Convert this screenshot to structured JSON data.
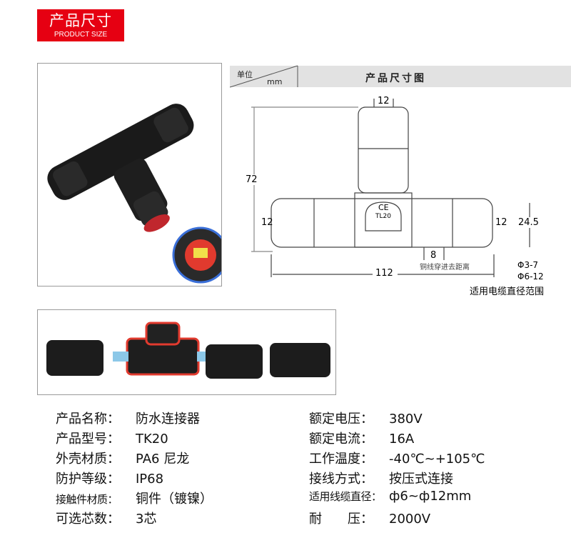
{
  "header": {
    "title_cn": "产品尺寸",
    "title_en": "PRODUCT SIZE"
  },
  "drawing": {
    "unit_label": "单位",
    "unit": "mm",
    "title": "产品尺寸图",
    "dims": {
      "top_width": "12",
      "height": "72",
      "left_width": "12",
      "right_width": "12",
      "body_height": "24.5",
      "strip_length": "8",
      "total_length": "112"
    },
    "strip_note": "铜线穿进去距离",
    "marking_ce": "CE",
    "marking_model": "TL20",
    "cable_ranges": [
      "Φ3-7",
      "Φ6-12"
    ],
    "cable_note": "适用电缆直径范围"
  },
  "specs_left": [
    {
      "label": "产品名称：",
      "value": "防水连接器"
    },
    {
      "label": "产品型号：",
      "value": "TK20"
    },
    {
      "label": "外壳材质：",
      "value": "PA6 尼龙"
    },
    {
      "label": "防护等级：",
      "value": "IP68"
    },
    {
      "label": "接触件材质：",
      "value": "铜件（镀镍）"
    },
    {
      "label": "可选芯数：",
      "value": "3芯"
    }
  ],
  "specs_right": [
    {
      "label": "额定电压：",
      "value": "380V"
    },
    {
      "label": "额定电流：",
      "value": "16A"
    },
    {
      "label": "工作温度：",
      "value": "-40℃~+105℃"
    },
    {
      "label": "接线方式：",
      "value": "按压式连接"
    },
    {
      "label": "适用线缆直径：",
      "value": "ф6~ф12mm"
    },
    {
      "label": "耐　　压：",
      "value": "2000V"
    }
  ]
}
